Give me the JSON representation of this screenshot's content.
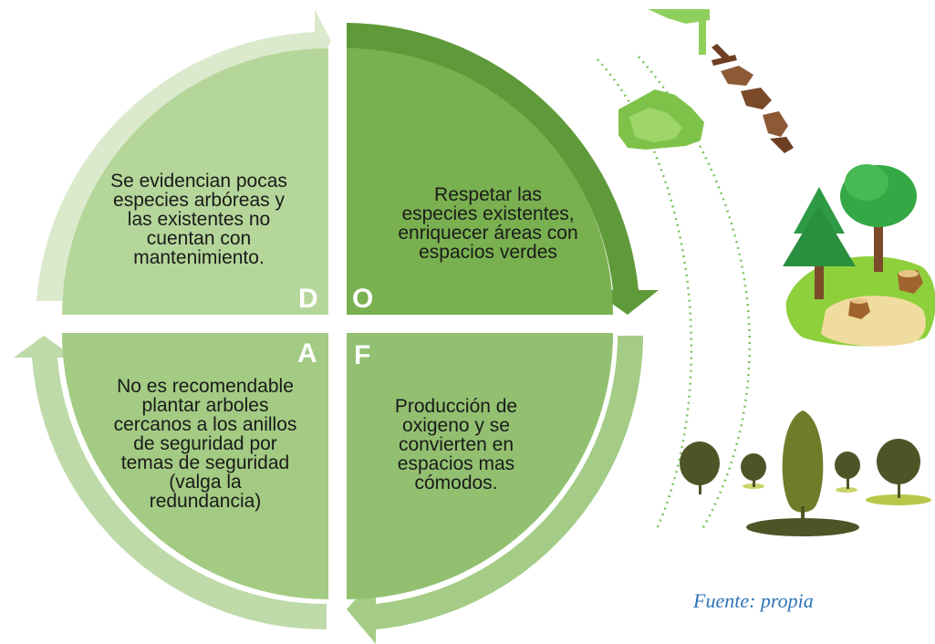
{
  "quadrants": {
    "d": {
      "letter": "D",
      "lines": [
        "Se evidencian pocas",
        "especies arbóreas y",
        "las existentes no",
        "cuentan con",
        "mantenimiento."
      ],
      "fill": "#b5d69a"
    },
    "o": {
      "letter": "O",
      "lines": [
        "Respetar las",
        "especies existentes,",
        "enriquecer áreas con",
        "espacios verdes"
      ],
      "fill": "#79b050"
    },
    "a": {
      "letter": "A",
      "lines": [
        "No es recomendable",
        "plantar arboles",
        "cercanos a los anillos",
        "de seguridad por",
        "temas de seguridad",
        "(valga la",
        "redundancia)"
      ],
      "fill": "#a3cb83"
    },
    "f": {
      "letter": "F",
      "lines": [
        "Producción de",
        "oxigeno y se",
        "convierten en",
        "espacios mas",
        "cómodos."
      ],
      "fill": "#92c070"
    }
  },
  "source": "Fuente: propia",
  "colors": {
    "arrow_dark": "#5f9a3a",
    "arrow_light": "#c9dfb8",
    "tree_dark": "#4f5426",
    "tree_green": "#2e9a44",
    "trunk": "#7a4a2a",
    "sand": "#f1dca0",
    "source_text": "#2f73b8"
  },
  "icons": [
    "map-icon",
    "deforestation-icon",
    "forest-island-icon",
    "tree-row-icon"
  ]
}
